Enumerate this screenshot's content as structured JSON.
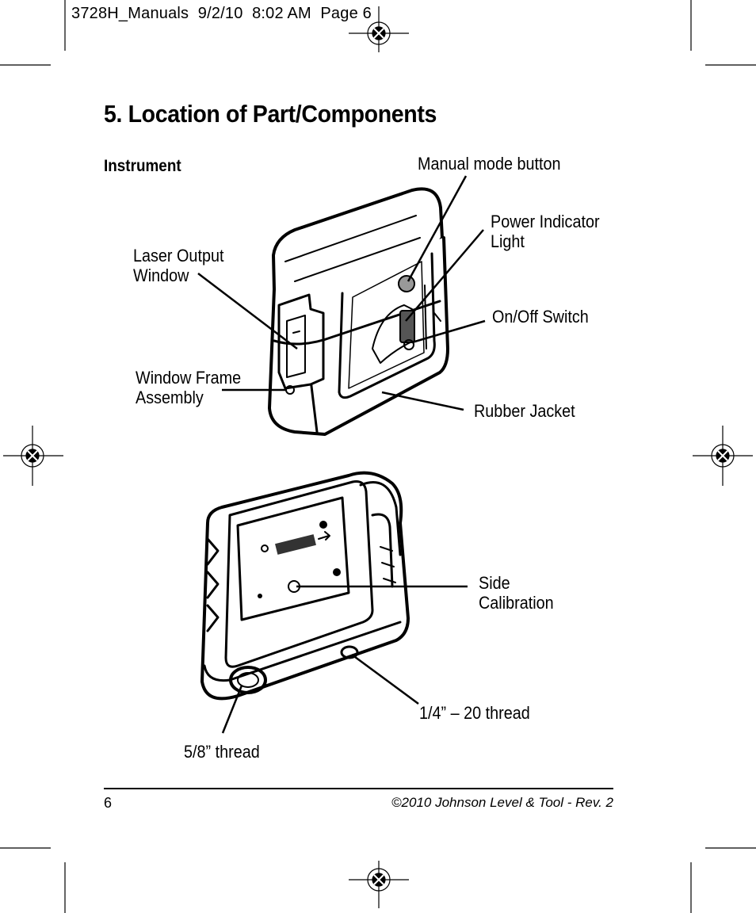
{
  "slug_line": "3728H_Manuals  9/2/10  8:02 AM  Page 6",
  "title": "5. Location of Part/Components",
  "section": "Instrument",
  "labels": {
    "manual_mode_button": "Manual mode button",
    "power_indicator_light": "Power Indicator\nLight",
    "laser_output_window": "Laser Output\nWindow",
    "on_off_switch": "On/Off Switch",
    "window_frame_assembly": "Window Frame\nAssembly",
    "rubber_jacket": "Rubber Jacket",
    "side_calibration": "Side\nCalibration",
    "quarter_thread": "1/4” – 20 thread",
    "five_eighths_thread": "5/8” thread"
  },
  "footer": {
    "page_number": "6",
    "copyright": "©2010 Johnson Level & Tool - Rev. 2"
  }
}
